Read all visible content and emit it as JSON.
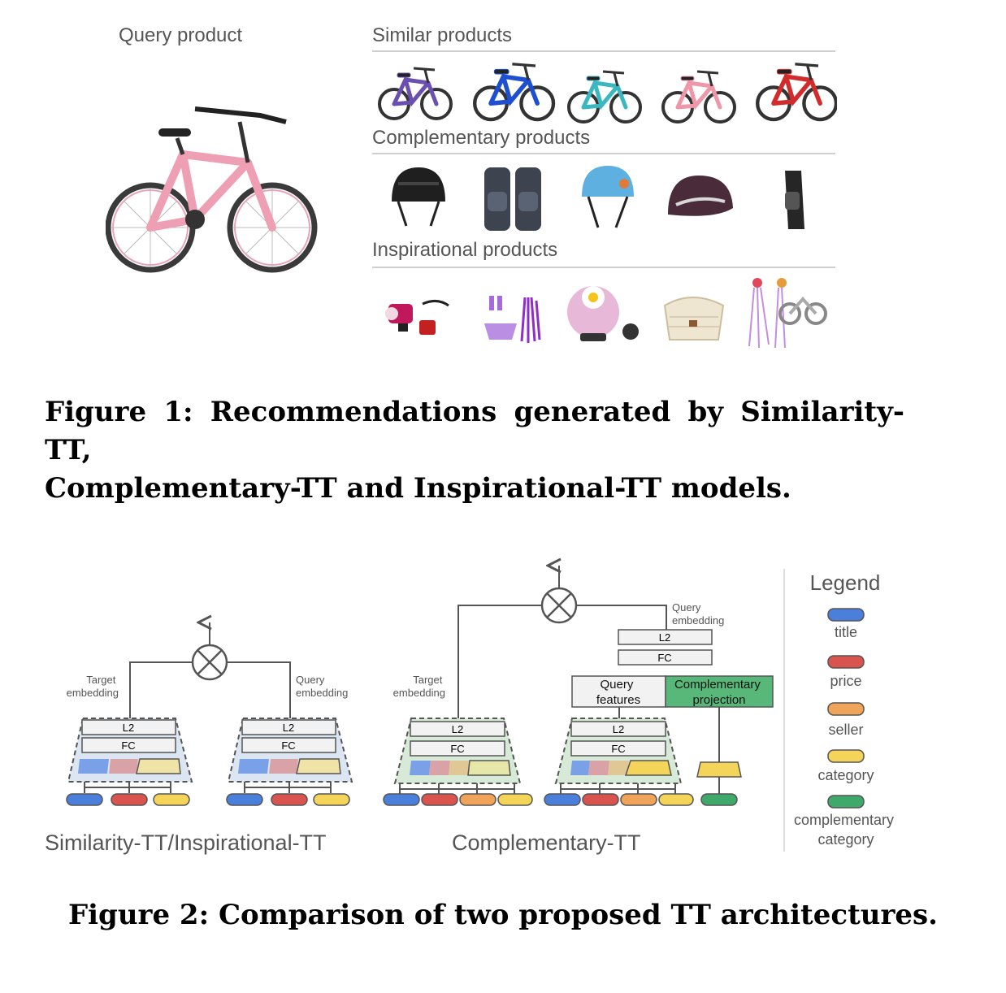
{
  "figure1": {
    "query_label": "Query product",
    "sections": [
      {
        "title": "Similar products",
        "items": [
          "bike-purple-icon",
          "bike-blue-icon",
          "bike-teal-icon",
          "bike-pink-icon",
          "bike-red-icon"
        ]
      },
      {
        "title": "Complementary products",
        "items": [
          "helmet-black-icon",
          "knee-pads-icon",
          "helmet-blue-icon",
          "helmet-maroon-icon",
          "elbow-pad-icon"
        ]
      },
      {
        "title": "Inspirational products",
        "items": [
          "bike-lights-icon",
          "basket-tassels-icon",
          "bike-bell-icon",
          "wicker-basket-icon",
          "streamers-balance-bike-icon"
        ]
      }
    ],
    "caption_line1": "Figure 1: Recommendations generated by Similarity-TT,",
    "caption_line2": "Complementary-TT and Inspirational-TT models."
  },
  "figure2": {
    "target_embedding": "Target\nembedding",
    "query_embedding": "Query\nembedding",
    "l2": "L2",
    "fc": "FC",
    "query_features": "Query\nfeatures",
    "complementary_projection": "Complementary\nprojection",
    "left_title": "Similarity-TT/Inspirational-TT",
    "right_title": "Complementary-TT",
    "legend": {
      "title": "Legend",
      "items": [
        {
          "label": "title",
          "color": "#4a7fdc"
        },
        {
          "label": "price",
          "color": "#d9534f"
        },
        {
          "label": "seller",
          "color": "#f0a45a"
        },
        {
          "label": "category",
          "color": "#f5d45a"
        },
        {
          "label": "complementary\ncategory",
          "color": "#3fa86b"
        }
      ]
    },
    "caption": "Figure 2: Comparison of two proposed TT architectures."
  }
}
